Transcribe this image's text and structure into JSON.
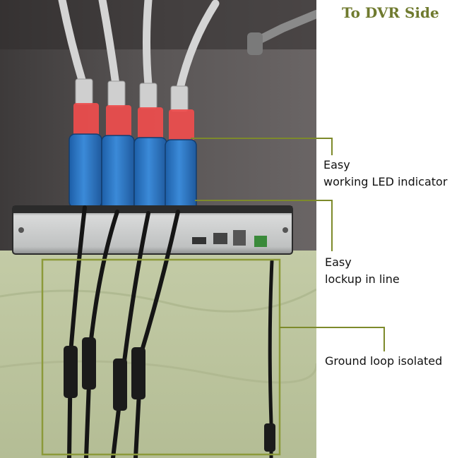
{
  "heading": "To DVR Side",
  "captions": {
    "led_line1": "Easy",
    "led_line2": "working LED indicator",
    "lock_line1": "Easy",
    "lock_line2": "lockup in line",
    "ground": "Ground loop isolated"
  },
  "colors": {
    "accent_olive": "#7d8a2b",
    "connector_blue": "#2a74c0",
    "rj45_red": "#ee4a4a",
    "dvr_body": "#2b2b2b",
    "cloth_green": "#c7cfa8"
  }
}
